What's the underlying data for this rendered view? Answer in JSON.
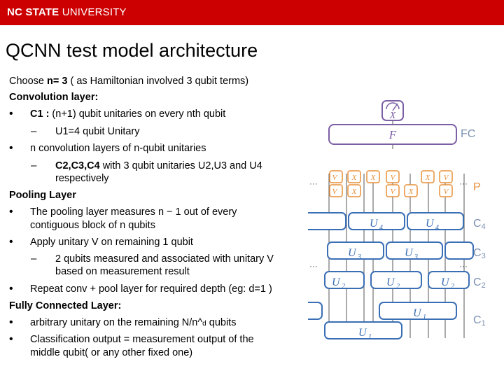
{
  "header": {
    "logo_bold": "NC STATE",
    "logo_rest": " UNIVERSITY"
  },
  "title": "QCNN test model architecture",
  "lines": {
    "choose_prefix": "Choose ",
    "choose_bold": "n= 3",
    "choose_rest": " ( as Hamiltonian involved 3 qubit terms)",
    "conv_heading": "Convolution layer:",
    "c1_bold": "C1 :",
    "c1_rest": " (n+1) qubit unitaries on every  nth qubit",
    "u1": "U1=4 qubit Unitary",
    "nconv": "n  convolution layers of n-qubit unitaries",
    "c234_bold": "C2,C3,C4",
    "c234_rest": " with 3 qubit unitaries U2,U3 and U4",
    "respectively": "respectively",
    "pool_heading": "Pooling Layer",
    "pool1": "The pooling layer measures n − 1 out of every",
    "pool1b": "contiguous block of n qubits",
    "pool2": "Apply unitary V on remaining 1 qubit",
    "pool3": "2 qubits measured and associated  with unitary V",
    "pool3b": "based on measurement result",
    "repeat": "Repeat conv + pool layer for required depth (eg: d=1 )",
    "fc_heading": "Fully Connected Layer:",
    "fc1_pre": "arbitrary unitary on the remaining N/n^",
    "fc1_d": "d",
    "fc1_post": " qubits",
    "fc2": "Classification output = measurement output of the",
    "fc2b": "middle qubit( or any other fixed one)"
  },
  "bullets": {
    "dot": "•",
    "dash": "–"
  },
  "diagram": {
    "labels": {
      "fc": "FC",
      "p": "P",
      "c4": "C",
      "c3": "C",
      "c2": "C",
      "c1": "C"
    },
    "subs": {
      "c4": "4",
      "c3": "3",
      "c2": "2",
      "c1": "1"
    },
    "gates": {
      "f": "F",
      "x": "X",
      "v": "V",
      "u": "U"
    },
    "v_subs": [
      "2",
      "1",
      "2",
      "1",
      "2",
      "1"
    ],
    "u_subs": {
      "u4": "4",
      "u3": "3",
      "u2": "2",
      "u1": "1"
    },
    "ellipsis": "···",
    "colors": {
      "purple": "#7b5fa5",
      "orange": "#e8903a",
      "blue": "#3a6fb5",
      "label": "#7a8fb0",
      "logo_bg": "#cc0000"
    }
  }
}
